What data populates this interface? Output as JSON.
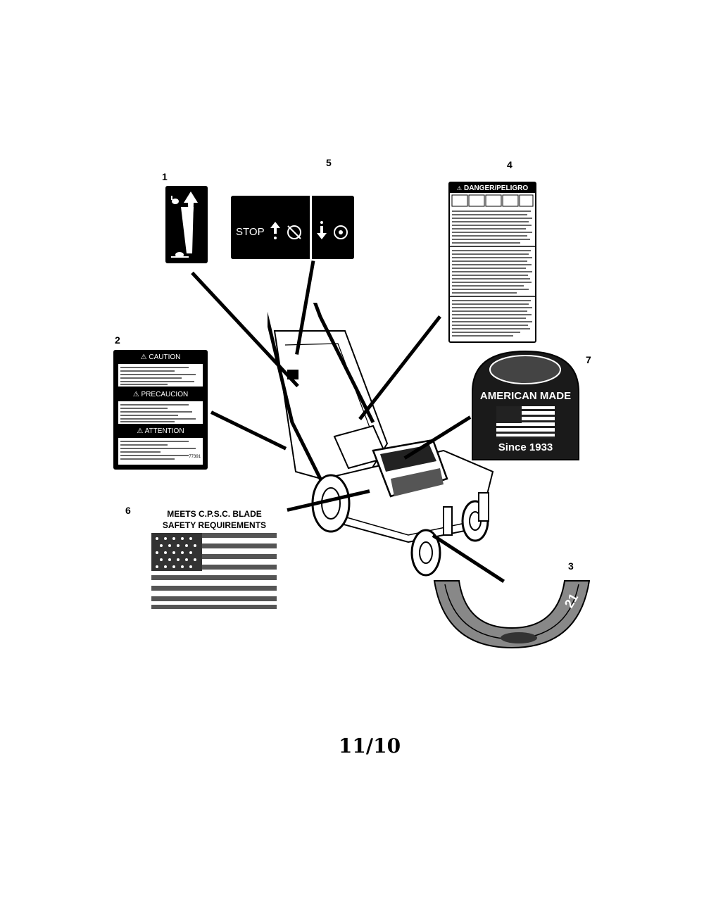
{
  "callouts": {
    "c1": "1",
    "c2": "2",
    "c3": "3",
    "c4": "4",
    "c5": "5",
    "c6": "6",
    "c7": "7"
  },
  "decal1": {
    "icons": [
      "rabbit-icon",
      "turtle-icon",
      "speed-arrow-icon"
    ]
  },
  "decal2": {
    "caution": "CAUTION",
    "precaucion": "PRECAUCION",
    "attention": "ATTENTION",
    "part_number": "77391"
  },
  "decal3": {
    "number": "21"
  },
  "decal4": {
    "header": "DANGER/PELIGRO"
  },
  "decal5": {
    "stop": "STOP"
  },
  "decal6": {
    "line1": "MEETS C.P.S.C. BLADE",
    "line2": "SAFETY REQUIREMENTS"
  },
  "decal7": {
    "made": "AMERICAN MADE",
    "since": "Since 1933"
  },
  "page_code": "11/10"
}
